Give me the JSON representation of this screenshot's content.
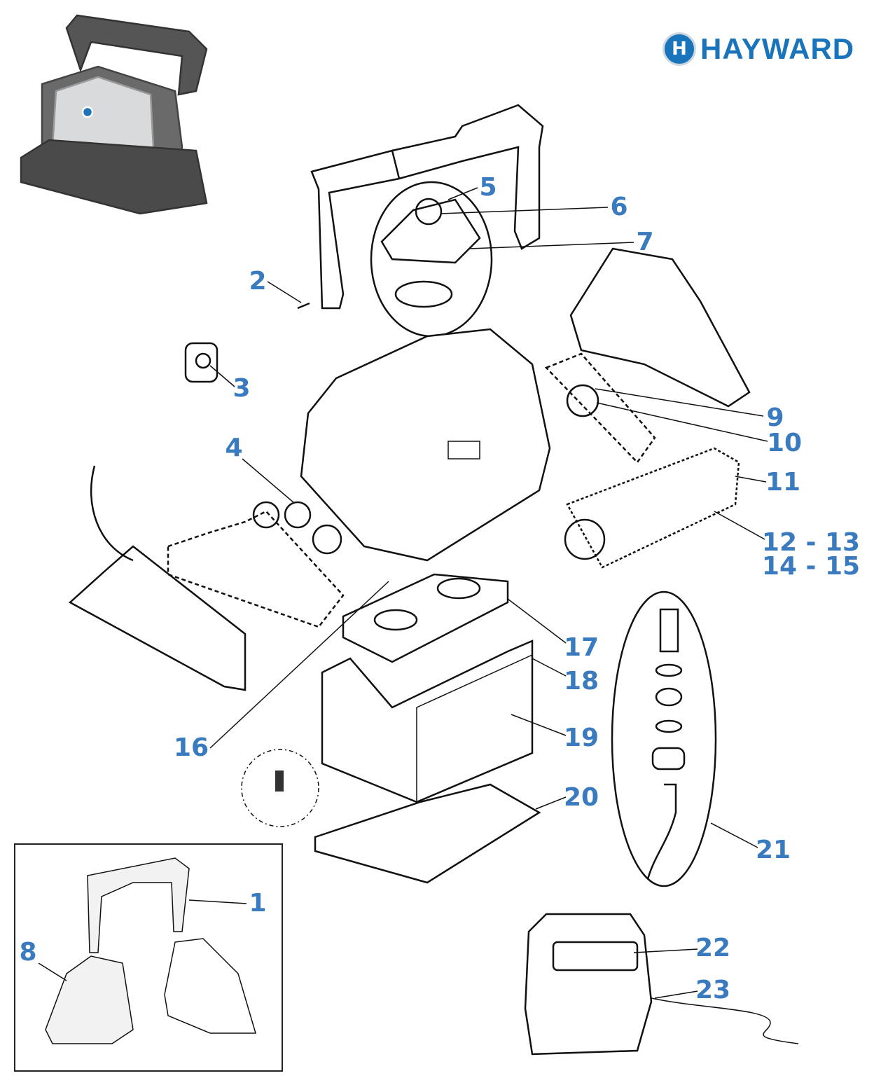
{
  "brand": {
    "name": "HAYWARD",
    "mark": "H",
    "color": "#1a74bb"
  },
  "label_color": "#3a7bbf",
  "part_labels": {
    "p1": "1",
    "p2": "2",
    "p3": "3",
    "p4": "4",
    "p5": "5",
    "p6": "6",
    "p7": "7",
    "p8": "8",
    "p9": "9",
    "p10": "10",
    "p11": "11",
    "p12": "12 - 13",
    "p14": "14 - 15",
    "p16": "16",
    "p17": "17",
    "p18": "18",
    "p19": "19",
    "p20": "20",
    "p21": "21",
    "p22": "22",
    "p23": "23"
  }
}
